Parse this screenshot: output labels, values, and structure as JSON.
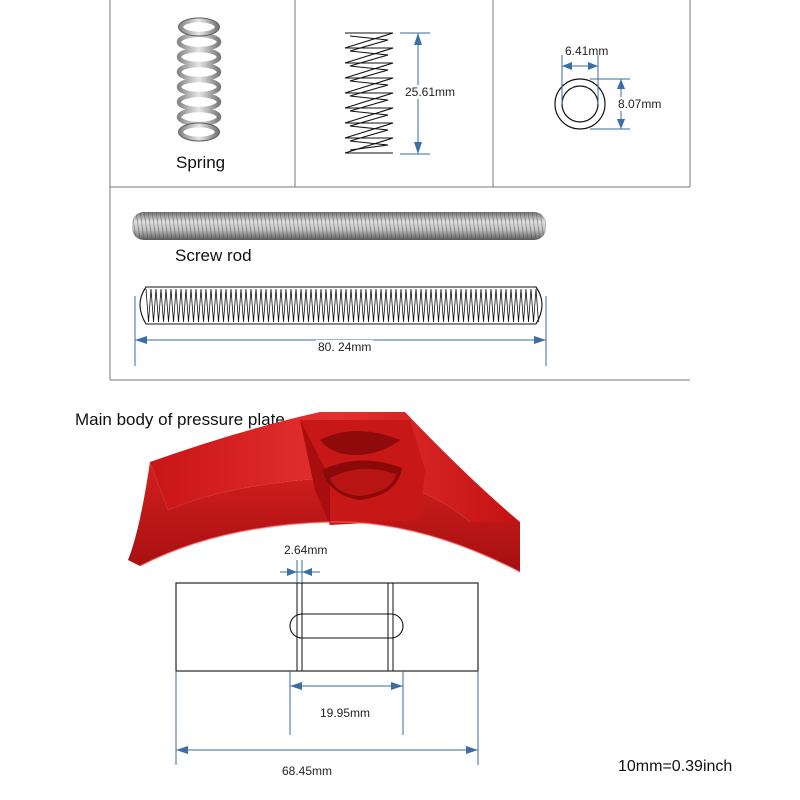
{
  "spring": {
    "label": "Spring",
    "length_dim": "25.61mm",
    "inner_dim": "6.41mm",
    "outer_dim": "8.07mm"
  },
  "screw_rod": {
    "label": "Screw rod",
    "length_dim": "80. 24mm"
  },
  "pressure_plate": {
    "label": "Main body of pressure plate",
    "slot_width_dim": "2.64mm",
    "slot_length_dim": "19.95mm",
    "total_length_dim": "68.45mm"
  },
  "conversion_note": "10mm=0.39inch",
  "colors": {
    "plate_red": "#d41c1c",
    "plate_red_dark": "#9e0e0e",
    "steel": "#a9a9a9",
    "dimension_line": "#3a6ea5"
  }
}
